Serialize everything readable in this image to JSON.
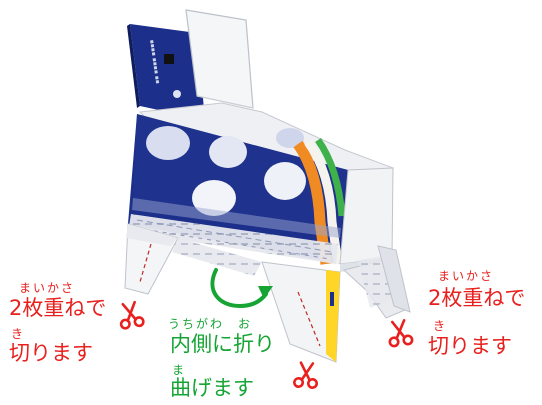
{
  "colors": {
    "instruction_red": "#e8201e",
    "instruction_green": "#16a535",
    "package_blue": "#1c2f8a",
    "package_light": "#f1f2f4",
    "orange_stripe": "#f08a22",
    "green_stripe": "#3fb14a",
    "cut_line": "#c02a28"
  },
  "icons": [
    "scissors-icon",
    "curved-arrow-icon"
  ],
  "left_note": {
    "ruby_top": "まいかさ",
    "line1": "2枚重ねで",
    "ruby_mid": "き",
    "line2": "切ります"
  },
  "right_note": {
    "ruby_top": "まいかさ",
    "line1": "2枚重ねで",
    "ruby_mid": "き",
    "line2": "切ります"
  },
  "center_note": {
    "ruby_top": "うちがわ　お",
    "line1": "内側に折り",
    "ruby_mid": "ま",
    "line2": "曲げます"
  }
}
